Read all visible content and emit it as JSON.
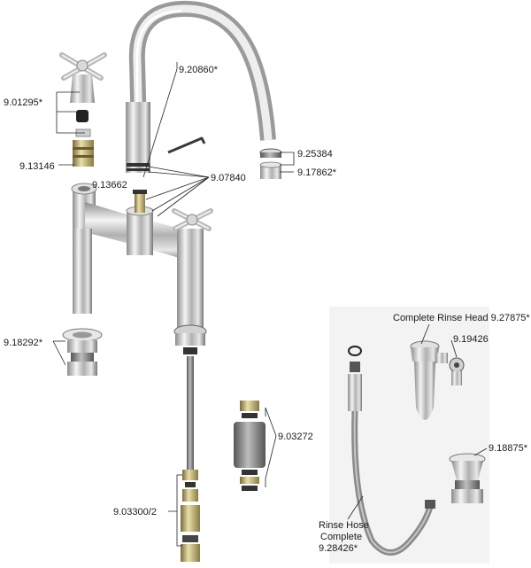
{
  "labels": {
    "spout": "9.20860*",
    "handle_top": "9.01295*",
    "cartridge": "9.13146",
    "aerator_ring": "9.25384",
    "aerator": "9.17862*",
    "orings": "9.07840",
    "stud": "9.13662",
    "drain_left": "9.18292*",
    "rinse_head": "Complete Rinse Head 9.27875*",
    "rinse_clip": "9.19426",
    "valve": "9.03272",
    "drain_right": "9.18875*",
    "supply": "9.03300/2",
    "hose_line1": "Rinse Hose",
    "hose_line2": "Complete",
    "hose_line3": "9.28426*"
  }
}
